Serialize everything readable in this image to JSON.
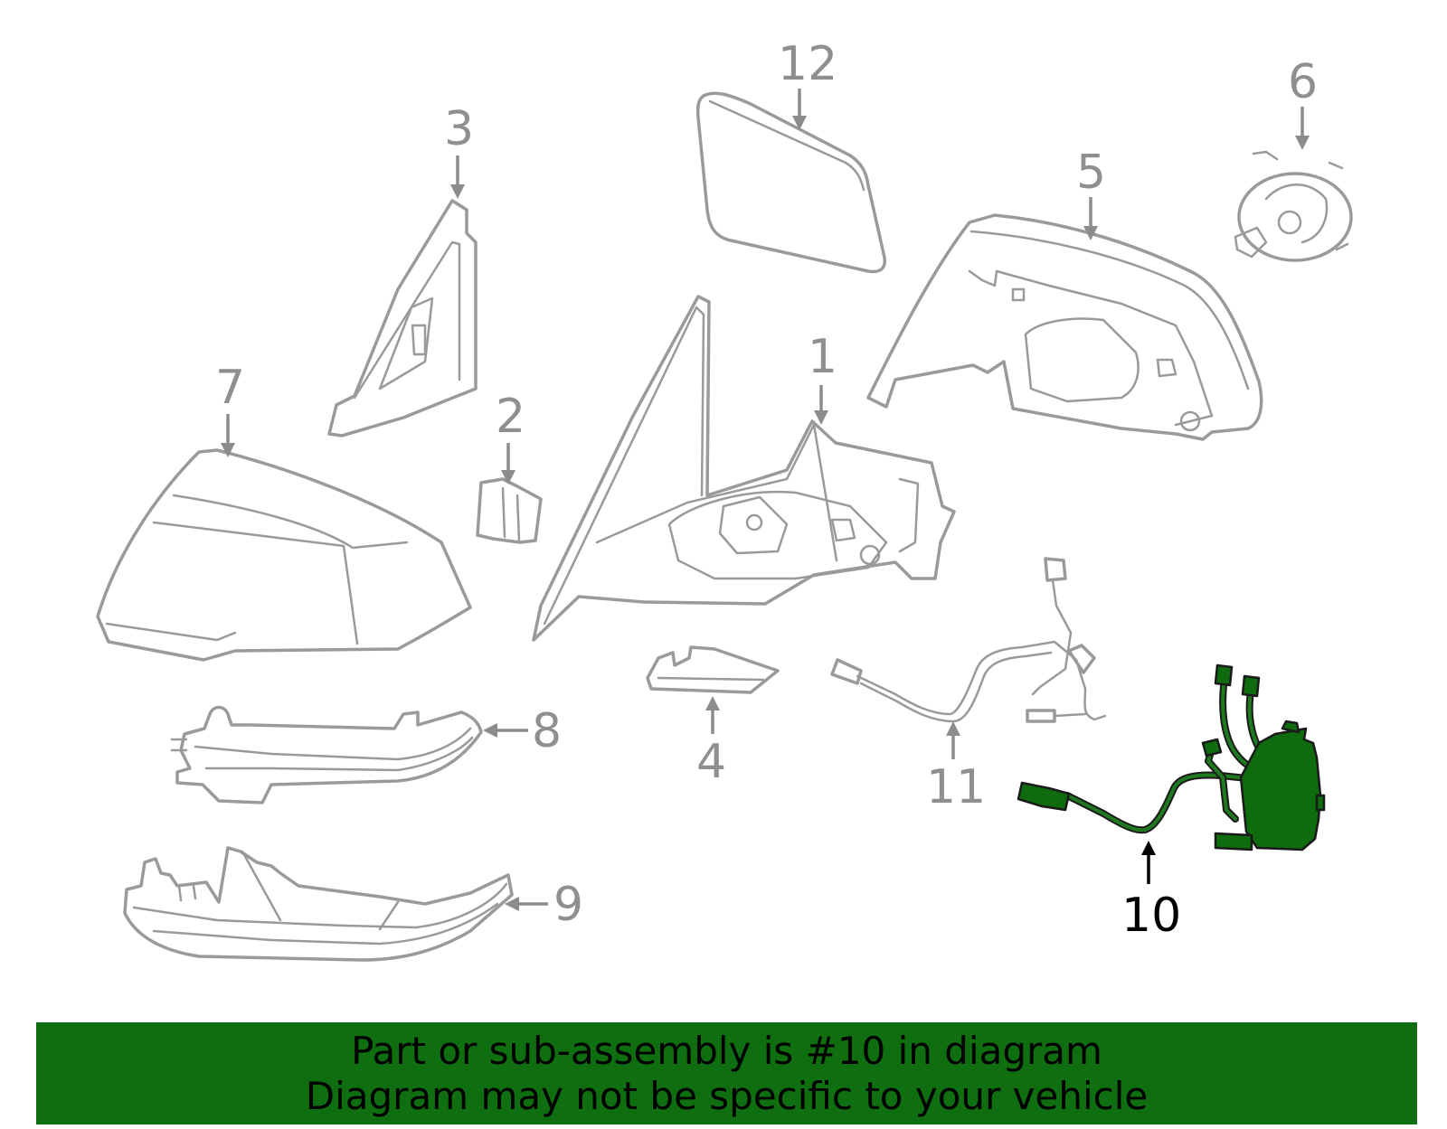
{
  "diagram": {
    "callouts": [
      {
        "id": "1",
        "label": "1"
      },
      {
        "id": "2",
        "label": "2"
      },
      {
        "id": "3",
        "label": "3"
      },
      {
        "id": "4",
        "label": "4"
      },
      {
        "id": "5",
        "label": "5"
      },
      {
        "id": "6",
        "label": "6"
      },
      {
        "id": "7",
        "label": "7"
      },
      {
        "id": "8",
        "label": "8"
      },
      {
        "id": "9",
        "label": "9"
      },
      {
        "id": "10",
        "label": "10"
      },
      {
        "id": "11",
        "label": "11"
      },
      {
        "id": "12",
        "label": "12"
      }
    ],
    "highlighted_part": "10",
    "colors": {
      "line": "#9a9a9a",
      "highlight": "#0e6b0e",
      "banner": "#0f6e0f"
    }
  },
  "banner": {
    "line1": "Part or sub-assembly is #10 in diagram",
    "line2": "Diagram may not be specific to your vehicle"
  }
}
